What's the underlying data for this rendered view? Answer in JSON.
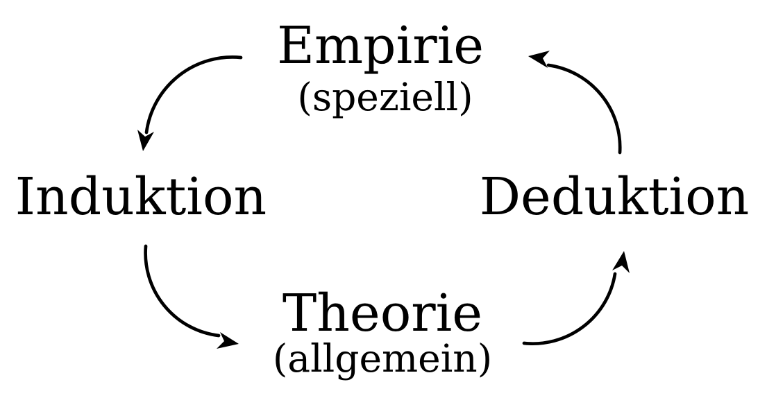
{
  "diagram": {
    "background_color": "#ffffff",
    "ink_color": "#000000",
    "nodes": [
      {
        "id": "empirie",
        "label": "Empirie",
        "sublabel": "(speziell)",
        "position": "top"
      },
      {
        "id": "induktion",
        "label": "Induktion",
        "sublabel": "",
        "position": "left"
      },
      {
        "id": "theorie",
        "label": "Theorie",
        "sublabel": "(allgemein)",
        "position": "bottom"
      },
      {
        "id": "deduktion",
        "label": "Deduktion",
        "sublabel": "",
        "position": "right"
      }
    ],
    "edges": [
      {
        "from": "Empirie",
        "to": "Induktion",
        "style": "curved-arrow"
      },
      {
        "from": "Induktion",
        "to": "Theorie",
        "style": "curved-arrow"
      },
      {
        "from": "Theorie",
        "to": "Deduktion",
        "style": "curved-arrow"
      },
      {
        "from": "Deduktion",
        "to": "Empirie",
        "style": "curved-arrow"
      }
    ],
    "cycle_direction": "counterclockwise"
  }
}
